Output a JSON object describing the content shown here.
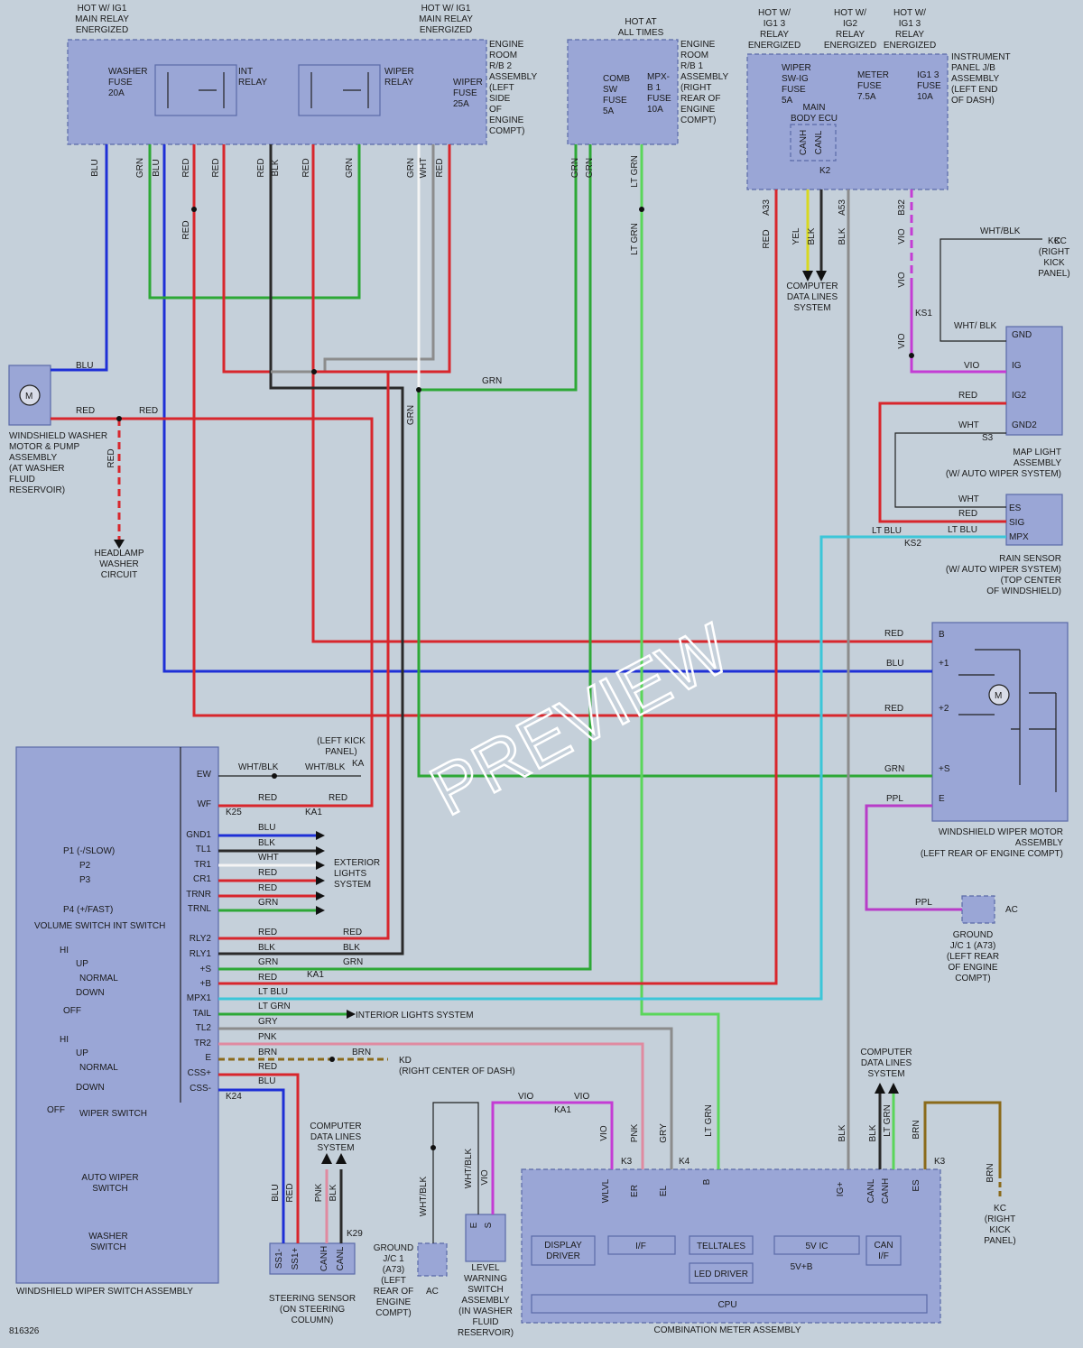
{
  "figure_id": "816326",
  "watermark": "PREVIEW",
  "headers": {
    "h1": [
      "HOT W/ IG1",
      "MAIN RELAY",
      "ENERGIZED"
    ],
    "h2": [
      "HOT W/ IG1",
      "MAIN RELAY",
      "ENERGIZED"
    ],
    "h3": [
      "HOT AT",
      "ALL TIMES"
    ],
    "h4": [
      "HOT W/",
      "IG1 3",
      "RELAY",
      "ENERGIZED"
    ],
    "h5": [
      "HOT W/",
      "IG2",
      "RELAY",
      "ENERGIZED"
    ],
    "h6": [
      "HOT W/",
      "IG1 3",
      "RELAY",
      "ENERGIZED"
    ]
  },
  "assemblies": {
    "er_rb2": [
      "ENGINE",
      "ROOM",
      "R/B 2",
      "ASSEMBLY",
      "(LEFT",
      "SIDE",
      "OF",
      "ENGINE",
      "COMPT)"
    ],
    "er_rb1": [
      "ENGINE",
      "ROOM",
      "R/B 1",
      "ASSEMBLY",
      "(RIGHT",
      "REAR OF",
      "ENGINE",
      "COMPT)"
    ],
    "ip_jb": [
      "INSTRUMENT",
      "PANEL J/B",
      "ASSEMBLY",
      "(LEFT END",
      "OF DASH)"
    ],
    "washer_motor": [
      "WINDSHIELD WASHER",
      "MOTOR & PUMP",
      "ASSEMBLY",
      "(AT WASHER",
      "FLUID",
      "RESERVOIR)"
    ],
    "headlamp": [
      "HEADLAMP",
      "WASHER",
      "CIRCUIT"
    ],
    "map_light": [
      "MAP LIGHT",
      "ASSEMBLY",
      "(W/ AUTO WIPER SYSTEM)"
    ],
    "rain_sensor": [
      "RAIN SENSOR",
      "(W/ AUTO WIPER SYSTEM)",
      "(TOP CENTER",
      "OF WINDSHIELD)"
    ],
    "wiper_motor": [
      "WINDSHIELD WIPER MOTOR",
      "ASSEMBLY",
      "(LEFT REAR OF ENGINE COMPT)"
    ],
    "ground_jc1_ac": [
      "GROUND",
      "J/C 1 (A73)",
      "(LEFT REAR",
      "OF ENGINE",
      "COMPT)"
    ],
    "switch_assy": "WINDSHIELD WIPER SWITCH ASSEMBLY",
    "volume_switch": "VOLUME SWITCH INT SWITCH",
    "wiper_switch": "WIPER SWITCH",
    "auto_wiper": [
      "AUTO WIPER",
      "SWITCH"
    ],
    "washer_switch": [
      "WASHER",
      "SWITCH"
    ],
    "steering": [
      "STEERING SENSOR",
      "(ON STEERING",
      "COLUMN)"
    ],
    "ground_jc1b": [
      "GROUND",
      "J/C 1",
      "(A73)",
      "(LEFT",
      "REAR OF",
      "ENGINE",
      "COMPT)"
    ],
    "level_switch": [
      "LEVEL",
      "WARNING",
      "SWITCH",
      "ASSEMBLY",
      "(IN WASHER",
      "FLUID",
      "RESERVOIR)"
    ],
    "combo": "COMBINATION METER ASSEMBLY",
    "cdl1": [
      "COMPUTER",
      "DATA LINES",
      "SYSTEM"
    ],
    "cdl2": [
      "COMPUTER",
      "DATA LINES",
      "SYSTEM"
    ],
    "cdl3": [
      "COMPUTER",
      "DATA LINES",
      "SYSTEM"
    ],
    "ext_lights": [
      "EXTERIOR",
      "LIGHTS",
      "SYSTEM"
    ],
    "int_lights": "INTERIOR LIGHTS SYSTEM",
    "left_kick": [
      "(LEFT KICK",
      "PANEL)"
    ],
    "right_kick1": [
      "KC",
      "(RIGHT",
      "KICK",
      "PANEL)"
    ],
    "right_kick2": [
      "KC",
      "(RIGHT",
      "KICK",
      "PANEL)"
    ],
    "right_center": "(RIGHT CENTER OF DASH)"
  },
  "components": {
    "washer_fuse": [
      "WASHER",
      "FUSE",
      "20A"
    ],
    "int_relay": [
      "INT",
      "RELAY"
    ],
    "wiper_relay": [
      "WIPER",
      "RELAY"
    ],
    "wiper_fuse": [
      "WIPER",
      "FUSE",
      "25A"
    ],
    "comb_sw": [
      "COMB",
      "SW",
      "FUSE",
      "5A"
    ],
    "mpx_b1": [
      "MPX-",
      "B 1",
      "FUSE",
      "10A"
    ],
    "wiper_swig": [
      "WIPER",
      "SW-IG",
      "FUSE",
      "5A"
    ],
    "meter_fuse": [
      "METER",
      "FUSE",
      "7.5A"
    ],
    "ig13_fuse": [
      "IG1 3",
      "FUSE",
      "10A"
    ],
    "main_body_ecu": [
      "MAIN",
      "BODY ECU"
    ],
    "canh": "CANH",
    "canl": "CANL",
    "display_driver": [
      "DISPLAY",
      "DRIVER"
    ],
    "if1": "I/F",
    "telltales": "TELLTALES",
    "led_driver": "LED DRIVER",
    "ic5v": "5V IC",
    "v5b": "5V+B",
    "can_if": [
      "CAN",
      "I/F"
    ],
    "cpu": "CPU",
    "switch_positions": {
      "p1": "P1 (-/SLOW)",
      "p2": "P2",
      "p3": "P3",
      "p4": "P4 (+/FAST)",
      "hi": "HI",
      "up": "UP",
      "normal": "NORMAL",
      "down": "DOWN",
      "off": "OFF"
    },
    "switch_pins": [
      "EW",
      "WF",
      "GND1",
      "TL1",
      "TR1",
      "CR1",
      "TRNR",
      "TRNL",
      "RLY2",
      "RLY1",
      "+S",
      "+B",
      "MPX1",
      "TAIL",
      "TL2",
      "TR2",
      "E",
      "CSS+",
      "CSS-"
    ],
    "steering_pins": [
      "SS1-",
      "SS1+",
      "CANH",
      "CANL"
    ],
    "meter_pins": [
      "WLVL",
      "ER",
      "EL",
      "B",
      "IG+",
      "CANL",
      "CANH",
      "ES"
    ],
    "map_pins": [
      "GND",
      "IG",
      "IG2",
      "GND2"
    ],
    "rain_pins": [
      "ES",
      "SIG",
      "MPX"
    ],
    "motor_pins": [
      "B",
      "+1",
      "+2",
      "+S",
      "E"
    ],
    "level_pins": [
      "E",
      "S"
    ]
  },
  "wires": {
    "blu": "BLU",
    "red": "RED",
    "grn": "GRN",
    "blk": "BLK",
    "wht": "WHT",
    "gry": "GRY",
    "yel": "YEL",
    "vio": "VIO",
    "ltblu": "LT BLU",
    "ltgrn": "LT GRN",
    "pnk": "PNK",
    "brn": "BRN",
    "ppl": "PPL",
    "whtblk": "WHT/BLK",
    "wht_blk2": "WHT/ BLK"
  },
  "connectors": {
    "a33": "A33",
    "a53": "A53",
    "b32": "B32",
    "k2": "K2",
    "k3": "K3",
    "k4": "K4",
    "k24": "K24",
    "k25": "K25",
    "k29": "K29",
    "ka": "KA",
    "ka1": "KA1",
    "kc": "KC",
    "kd": "KD",
    "ks1": "KS1",
    "ks2": "KS2",
    "s3": "S3",
    "ac": "AC"
  }
}
